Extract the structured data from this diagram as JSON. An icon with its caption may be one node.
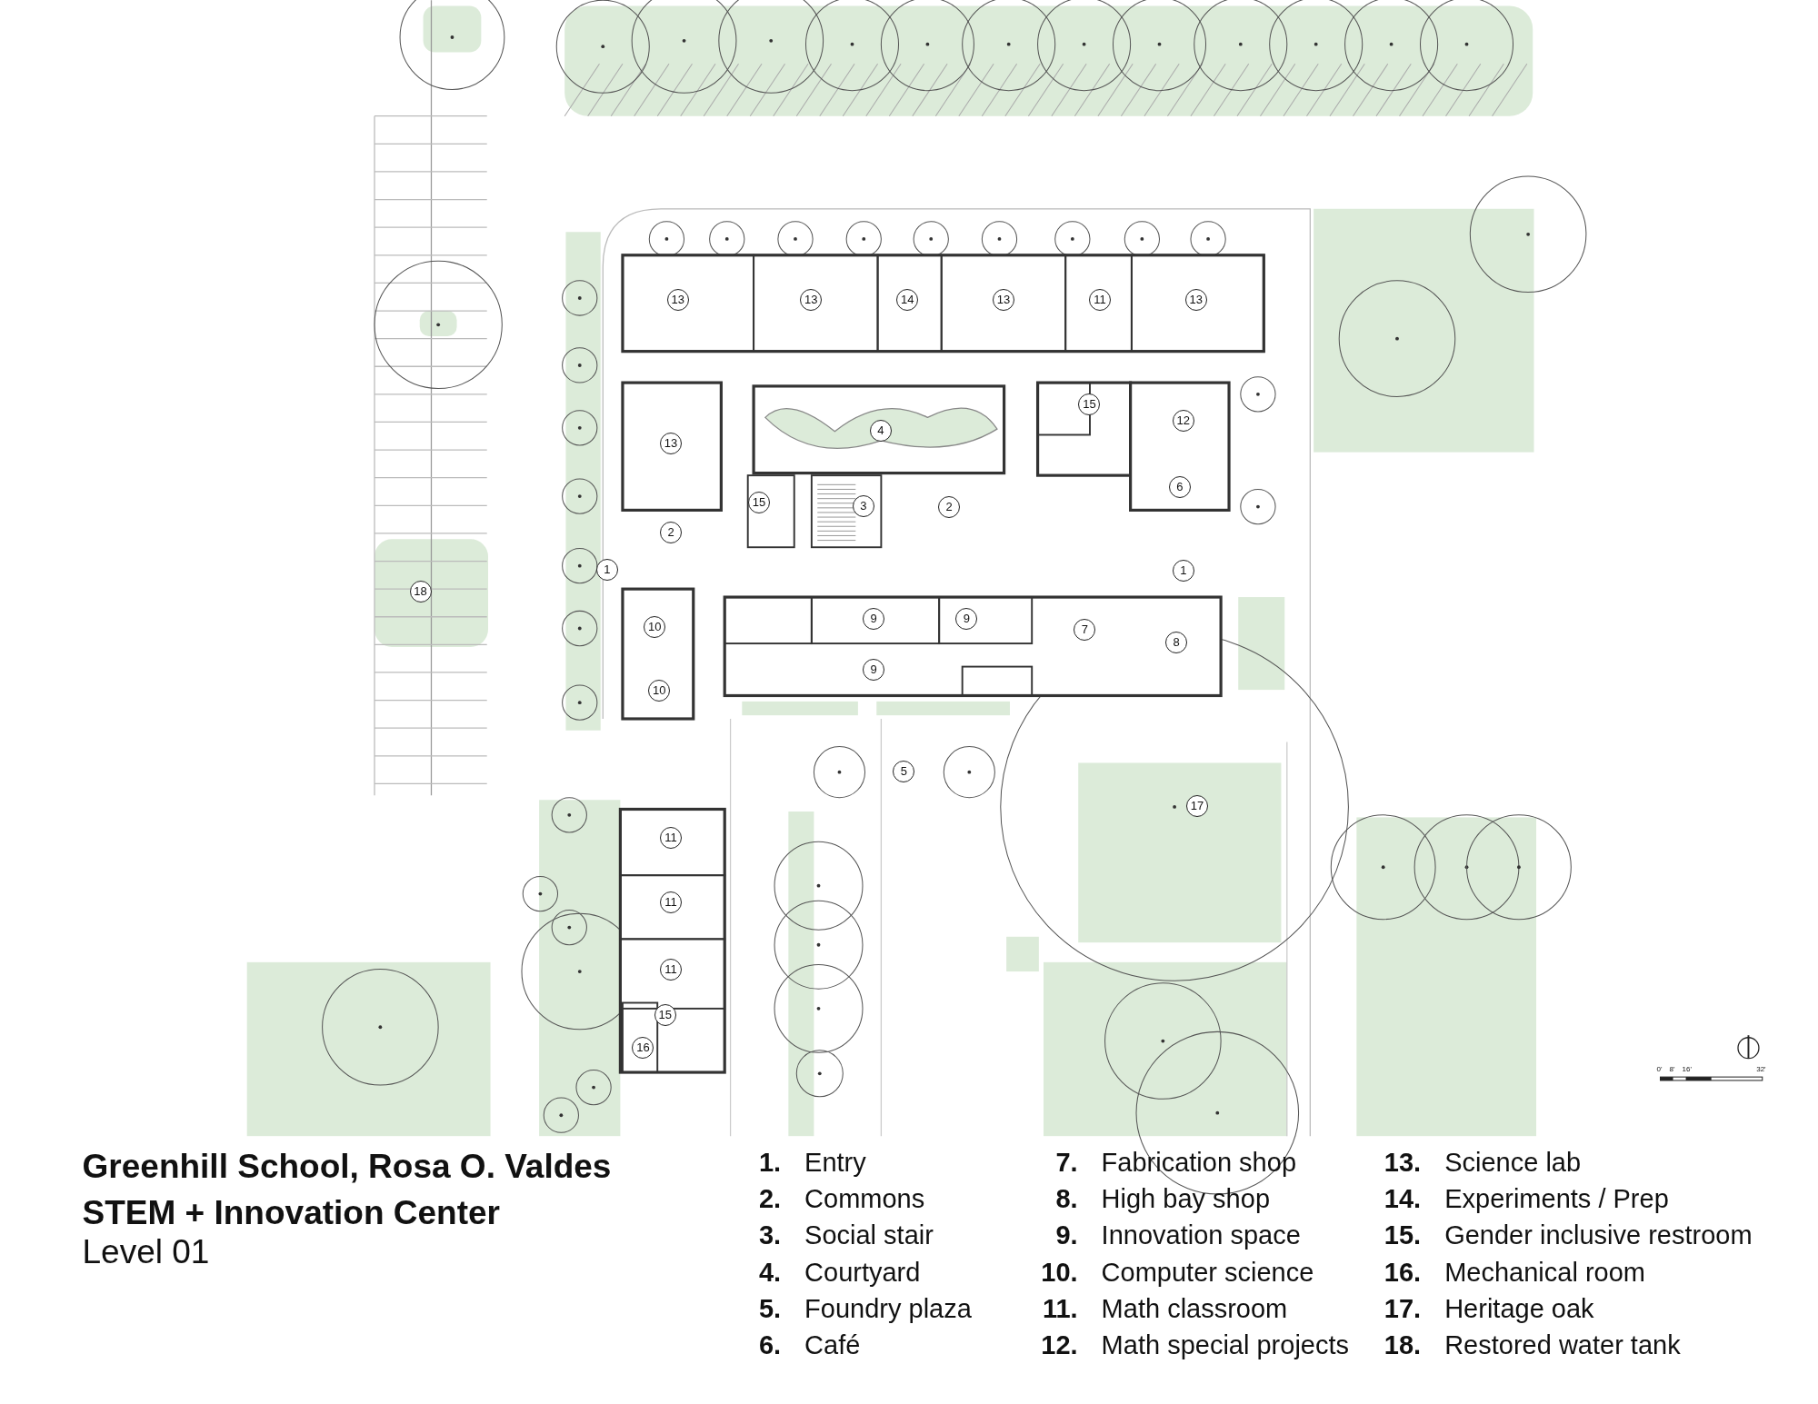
{
  "diagram": {
    "title": "Greenhill School, Rosa O. Valdes STEM + Innovation Center",
    "labels": [
      "13",
      "13",
      "14",
      "13",
      "11",
      "13",
      "15",
      "12",
      "4",
      "13",
      "6",
      "15",
      "3",
      "2",
      "2",
      "1",
      "1",
      "18",
      "9",
      "9",
      "10",
      "7",
      "8",
      "9",
      "10",
      "5",
      "17",
      "11",
      "11",
      "11",
      "15",
      "16",
      "Level 01",
      "1. Entry",
      "2. Commons",
      "3. Social stair",
      "4. Courtyard",
      "5. Foundry plaza",
      "6. Café",
      "7. Fabrication shop",
      "8. High bay shop",
      "9. Innovation space",
      "10. Computer science",
      "11. Math classroom",
      "12. Math special projects",
      "13. Science lab",
      "14. Experiments / Prep",
      "15. Gender inclusive restroom",
      "16. Mechanical room",
      "17. Heritage oak",
      "18. Restored water tank",
      "0'",
      "8'",
      "16'",
      "32'"
    ]
  }
}
